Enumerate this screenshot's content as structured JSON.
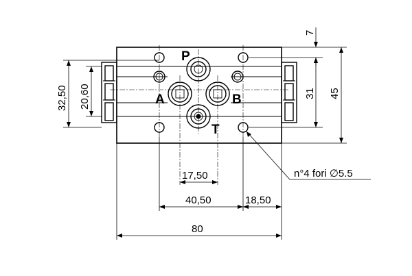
{
  "ports": {
    "p": "P",
    "a": "A",
    "b": "B",
    "t": "T"
  },
  "dimensions": {
    "width_total": "80",
    "holes_spacing": "40,50",
    "hole_to_edge": "18,50",
    "ab_spacing": "17,50",
    "height_total": "45",
    "holes_vertical": "31",
    "top_offset": "7",
    "left_outer": "32,50",
    "left_inner": "20,60"
  },
  "callout": {
    "holes_note": "n°4 fori ∅5.5"
  },
  "colors": {
    "line": "#000000",
    "background": "#ffffff"
  }
}
